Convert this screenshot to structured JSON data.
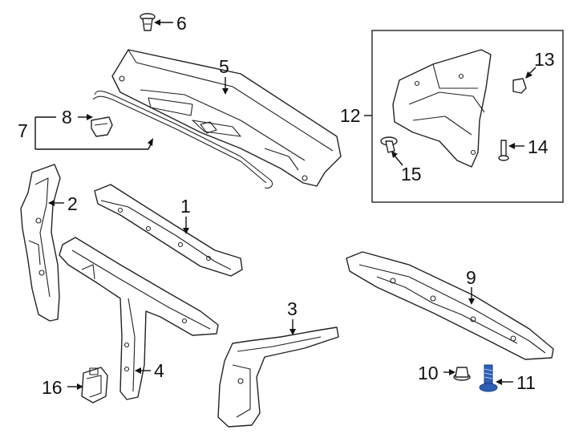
{
  "callouts": {
    "c1": "1",
    "c2": "2",
    "c3": "3",
    "c4": "4",
    "c5": "5",
    "c6": "6",
    "c7": "7",
    "c8": "8",
    "c9": "9",
    "c10": "10",
    "c11": "11",
    "c12": "12",
    "c13": "13",
    "c14": "14",
    "c15": "15",
    "c16": "16"
  },
  "colors": {
    "line": "#222222",
    "highlight": "#2e5fb8",
    "background": "#ffffff"
  },
  "highlighted_part": "11"
}
